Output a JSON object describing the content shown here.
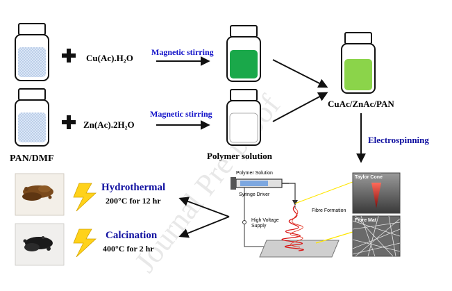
{
  "labels": {
    "reagent_cu": "Cu(Ac).H₂O",
    "reagent_zn": "Zn(Ac).2H₂O",
    "stirring_top": "Magnetic stirring",
    "stirring_bottom": "Magnetic stirring",
    "pan_dmf": "PAN/DMF",
    "polymer_solution": "Polymer solution",
    "cuac_znac_pan": "CuAc/ZnAc/PAN",
    "electrospinning": "Electrospinning",
    "hydrothermal": "Hydrothermal",
    "hydrothermal_cond": "200°C for 12 hr",
    "calcination": "Calcination",
    "calcination_cond": "400°C for 2 hr"
  },
  "apparatus": {
    "polymer_solution": "Polymer Solution",
    "syringe_driver": "Syringe Driver",
    "high_voltage_1": "High Voltage",
    "high_voltage_2": "Supply",
    "fibre_formation": "Fibre Formation",
    "taylor_cone": "Taylor Cone",
    "fibre_mat": "Fibre Mat"
  },
  "watermark": "Journal Pre-proof",
  "colors": {
    "stirring_text": "#1010c8",
    "electrospinning_text": "#1010a0",
    "green_dark": "#1aa84a",
    "green_light": "#8bd44a",
    "solution_blue": "#c9dcf4",
    "lightning": "#ffd21a",
    "fiber": "#d81818",
    "inset_yellow": "#ffe600"
  }
}
